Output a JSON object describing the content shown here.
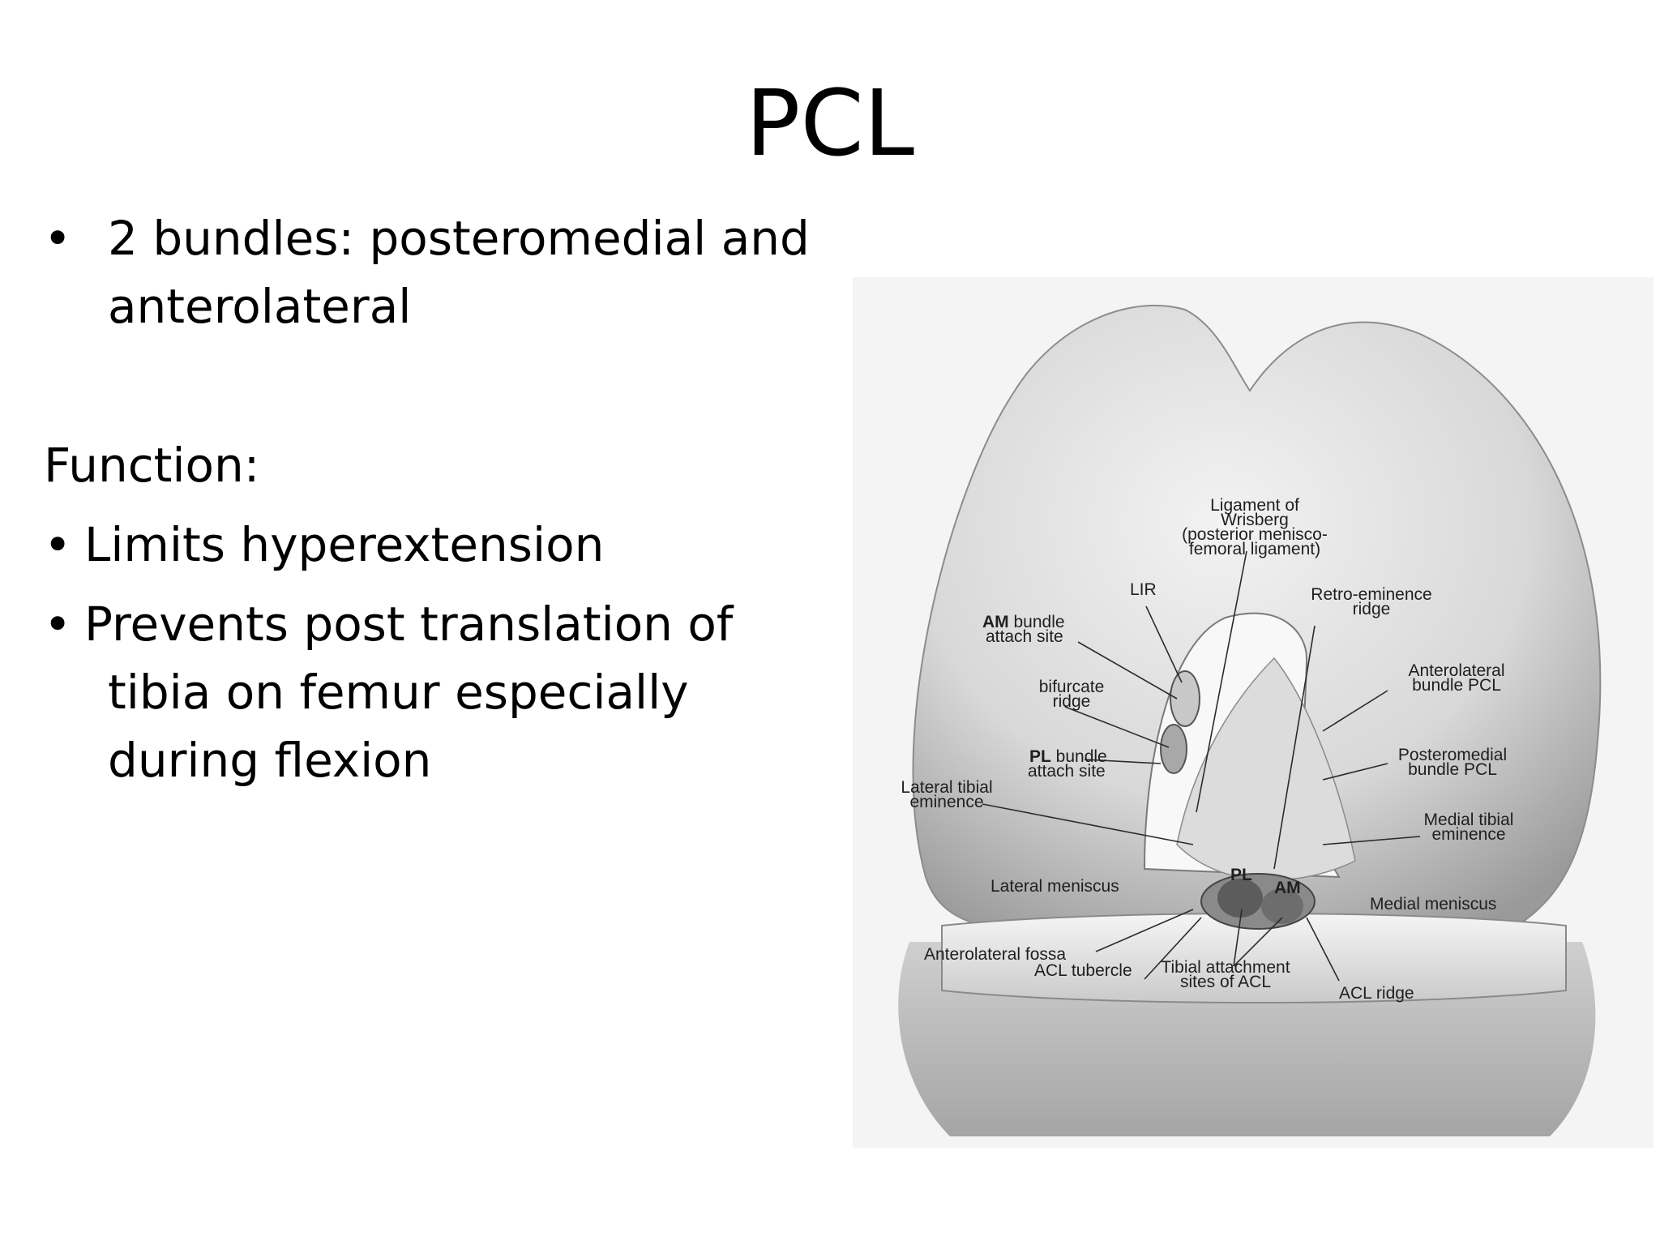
{
  "slide": {
    "title": "PCL",
    "bullets": [
      {
        "mark": "•",
        "line1": "2 bundles: posteromedial and",
        "line2": "anterolateral"
      },
      {
        "mark": "•",
        "line1": "Limits hyperextension"
      },
      {
        "mark": "•",
        "line1": "Prevents post translation of",
        "line2": "tibia on femur especially",
        "line3": "during flexion"
      }
    ],
    "function_heading": "Function:"
  },
  "figure": {
    "labels": {
      "wrisberg_1": "Ligament of",
      "wrisberg_2": "Wrisberg",
      "wrisberg_3": "(posterior menisco-",
      "wrisberg_4": "femoral ligament)",
      "lir": "LIR",
      "retro_1": "Retro-eminence",
      "retro_2": "ridge",
      "am_bundle_bold": "AM",
      "am_bundle_rest": " bundle",
      "am_bundle_2": "attach site",
      "anterolateral_1": "Anterolateral",
      "anterolateral_2": "bundle PCL",
      "bifurcate_1": "bifurcate",
      "bifurcate_2": "ridge",
      "pl_bundle_bold": "PL",
      "pl_bundle_rest": " bundle",
      "pl_bundle_2": "attach site",
      "posteromedial_1": "Posteromedial",
      "posteromedial_2": "bundle PCL",
      "lateral_tibial_1": "Lateral tibial",
      "lateral_tibial_2": "eminence",
      "medial_tibial_1": "Medial tibial",
      "medial_tibial_2": "eminence",
      "pl": "PL",
      "am": "AM",
      "lateral_meniscus": "Lateral meniscus",
      "medial_meniscus": "Medial meniscus",
      "anterolateral_fossa": "Anterolateral fossa",
      "acl_tubercle": "ACL tubercle",
      "tibial_att_1": "Tibial attachment",
      "tibial_att_2": "sites of ACL",
      "acl_ridge": "ACL ridge"
    }
  }
}
